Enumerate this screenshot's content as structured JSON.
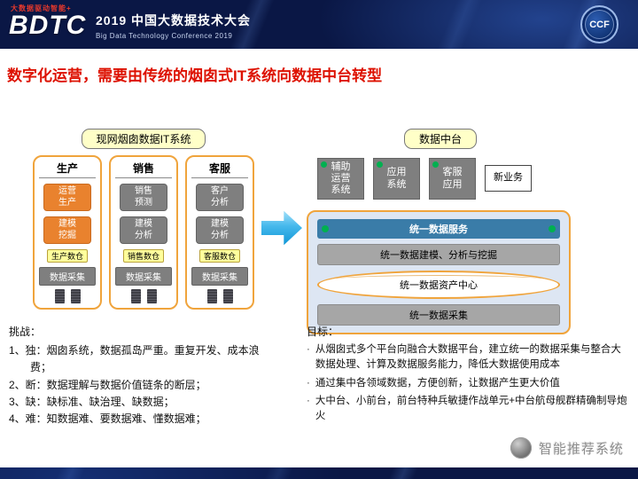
{
  "header": {
    "tagline": "大数据驱动智能+",
    "logo": "BDTC",
    "title_cn": "2019 中国大数据技术大会",
    "title_en": "Big Data Technology Conference 2019",
    "badge_label": "CCF"
  },
  "slide": {
    "title": "数字化运营，需要由传统的烟囱式IT系统向数据中台转型",
    "left_diagram": {
      "label": "现网烟囱数据IT系统",
      "columns": [
        {
          "header": "生产",
          "box1": "运营生产",
          "box2": "建模挖掘",
          "warehouse": "生产数仓",
          "collect": "数据采集"
        },
        {
          "header": "销售",
          "box1": "销售预测",
          "box2": "建模分析",
          "warehouse": "销售数仓",
          "collect": "数据采集"
        },
        {
          "header": "客服",
          "box1": "客户分析",
          "box2": "建模分析",
          "warehouse": "客服数仓",
          "collect": "数据采集"
        }
      ]
    },
    "right_diagram": {
      "label": "数据中台",
      "apps": [
        {
          "label": "辅助运营系统"
        },
        {
          "label": "应用系统"
        },
        {
          "label": "客服应用"
        },
        {
          "label": "新业务"
        }
      ],
      "layers": {
        "service": "统一数据服务",
        "modeling": "统一数据建模、分析与挖掘",
        "asset_center": "统一数据资产中心",
        "collection": "统一数据采集"
      }
    },
    "challenges": {
      "title": "挑战：",
      "items": [
        "1、独：烟囱系统，数据孤岛严重。重复开发、成本浪费；",
        "2、断：数据理解与数据价值链条的断层；",
        "3、缺：缺标准、缺治理、缺数据；",
        "4、难：知数据难、要数据难、懂数据难；"
      ]
    },
    "goals": {
      "title": "目标：",
      "items": [
        "从烟囱式多个平台向融合大数据平台，建立统一的数据采集与整合大数据处理、计算及数据服务能力，降低大数据使用成本",
        "通过集中各领域数据，方便创新，让数据产生更大价值",
        "大中台、小前台，前台特种兵敏捷作战单元+中台航母舰群精确制导炮火"
      ]
    }
  },
  "footer": {
    "watermark": "智能推荐系统"
  },
  "colors": {
    "title_red": "#dd1100",
    "accent_orange": "#f0a43c",
    "box_orange": "#e9822e",
    "box_gray": "#7f7f7f",
    "service_blue": "#3a7ca8",
    "green_dot": "#00b050",
    "pill_yellow": "#ffffc8",
    "platform_fill": "#dde6f3"
  }
}
